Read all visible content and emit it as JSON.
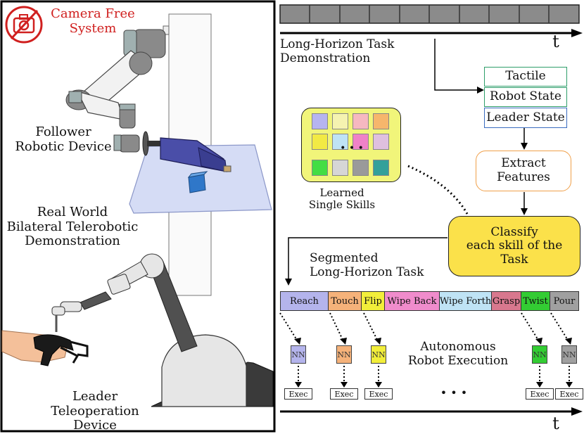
{
  "left_panel": {
    "camera_free": [
      "Camera Free",
      "System"
    ],
    "follower_label": [
      "Follower",
      "Robotic Device"
    ],
    "real_world_label": [
      "Real World",
      "Bilateral Telerobotic",
      "Demonstration"
    ],
    "leader_label": [
      "Leader",
      "Teleoperation Device"
    ],
    "accent_color": "#d0201f"
  },
  "right_panel": {
    "time_symbol": "t",
    "long_horizon_label": [
      "Long-Horizon Task",
      "Demonstration"
    ],
    "inputs": {
      "tactile": "Tactile",
      "robot_state": "Robot State",
      "leader_state": "Leader State"
    },
    "extract_features": [
      "Extract",
      "Features"
    ],
    "learned_skills": [
      "Learned",
      "Single Skills"
    ],
    "skill_ellipsis": "• • •",
    "classify": [
      "Classify",
      "each skill of the",
      "Task"
    ],
    "segmented_label": [
      "Segmented",
      "Long-Horizon Task"
    ],
    "segments": [
      {
        "label": "Reach",
        "color": "#b4b4ec"
      },
      {
        "label": "Touch",
        "color": "#f5b27a"
      },
      {
        "label": "Flip",
        "color": "#f2ee3a"
      },
      {
        "label": "Wipe Back",
        "color": "#f08ccc"
      },
      {
        "label": "Wipe Forth",
        "color": "#bfe3f5"
      },
      {
        "label": "Grasp",
        "color": "#d8788e"
      },
      {
        "label": "Twist",
        "color": "#33cc33"
      },
      {
        "label": "Pour",
        "color": "#a0a0a0"
      }
    ],
    "nn_label": "NN",
    "exec_label": "Exec",
    "autonomous_label": [
      "Autonomous",
      "Robot Execution"
    ],
    "execution_ellipsis": "• • •",
    "skill_tile_colors": [
      "#b6b4f0",
      "#f5f3b0",
      "#f6b8c0",
      "#f6b66c",
      "#f2ea44",
      "#bfe3f5",
      "#ef82c8",
      "#dfc0df",
      "#44dd44",
      "#d6d6d6",
      "#9a9a9a",
      "#33a09a"
    ]
  }
}
